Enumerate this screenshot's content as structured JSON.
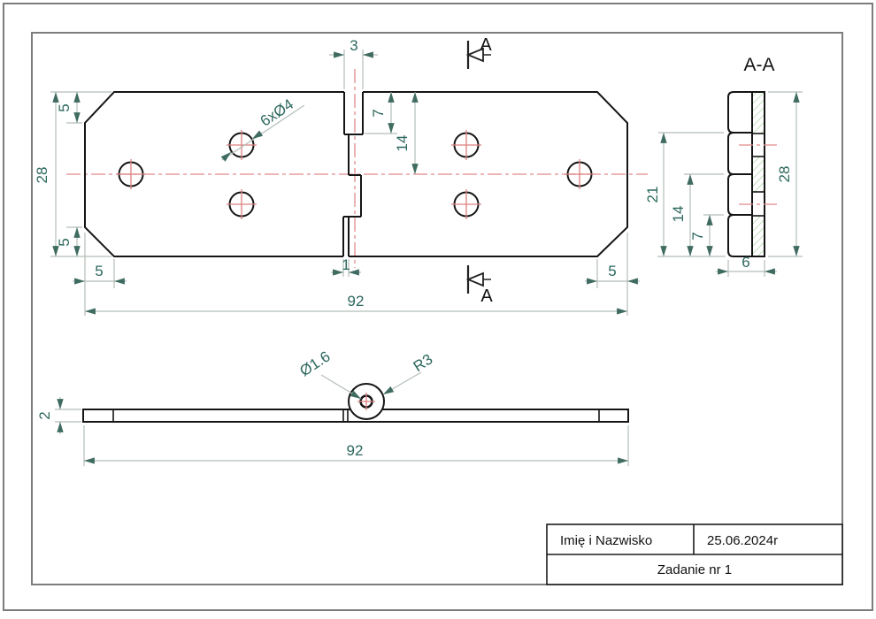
{
  "views": {
    "top_view": {
      "dims": {
        "slot_width": "3",
        "knuckle_depth": "7",
        "half_width": "14",
        "chamfer_top": "5",
        "plate_width": "28",
        "chamfer_bottom": "5",
        "chamfer_left": "5",
        "chamfer_right": "5",
        "length": "92",
        "center_gap": "1"
      },
      "holes_callout": "6xØ4"
    },
    "section_view": {
      "title": "A-A",
      "dims": {
        "knuckles_21": "21",
        "knuckles_14": "14",
        "knuckle_7": "7",
        "width_28": "28",
        "depth_6": "6"
      }
    },
    "side_view": {
      "dims": {
        "pin_hole": "Ø1.6",
        "knuckle_radius": "R3",
        "thickness": "2",
        "length": "92"
      }
    },
    "cutting_plane": {
      "label_top": "A",
      "label_bottom": "A"
    }
  },
  "title_block": {
    "name": "Imię i Nazwisko",
    "date": "25.06.2024r",
    "task": "Zadanie nr 1"
  },
  "colors": {
    "outline": "#151515",
    "dimension_text": "#2c675d",
    "dimension_line": "#b4beb8",
    "arrow": "#3f6b60",
    "centerline": "#e08a8a",
    "hatch": "#abd6a3",
    "frame": "#7c7c7c"
  }
}
